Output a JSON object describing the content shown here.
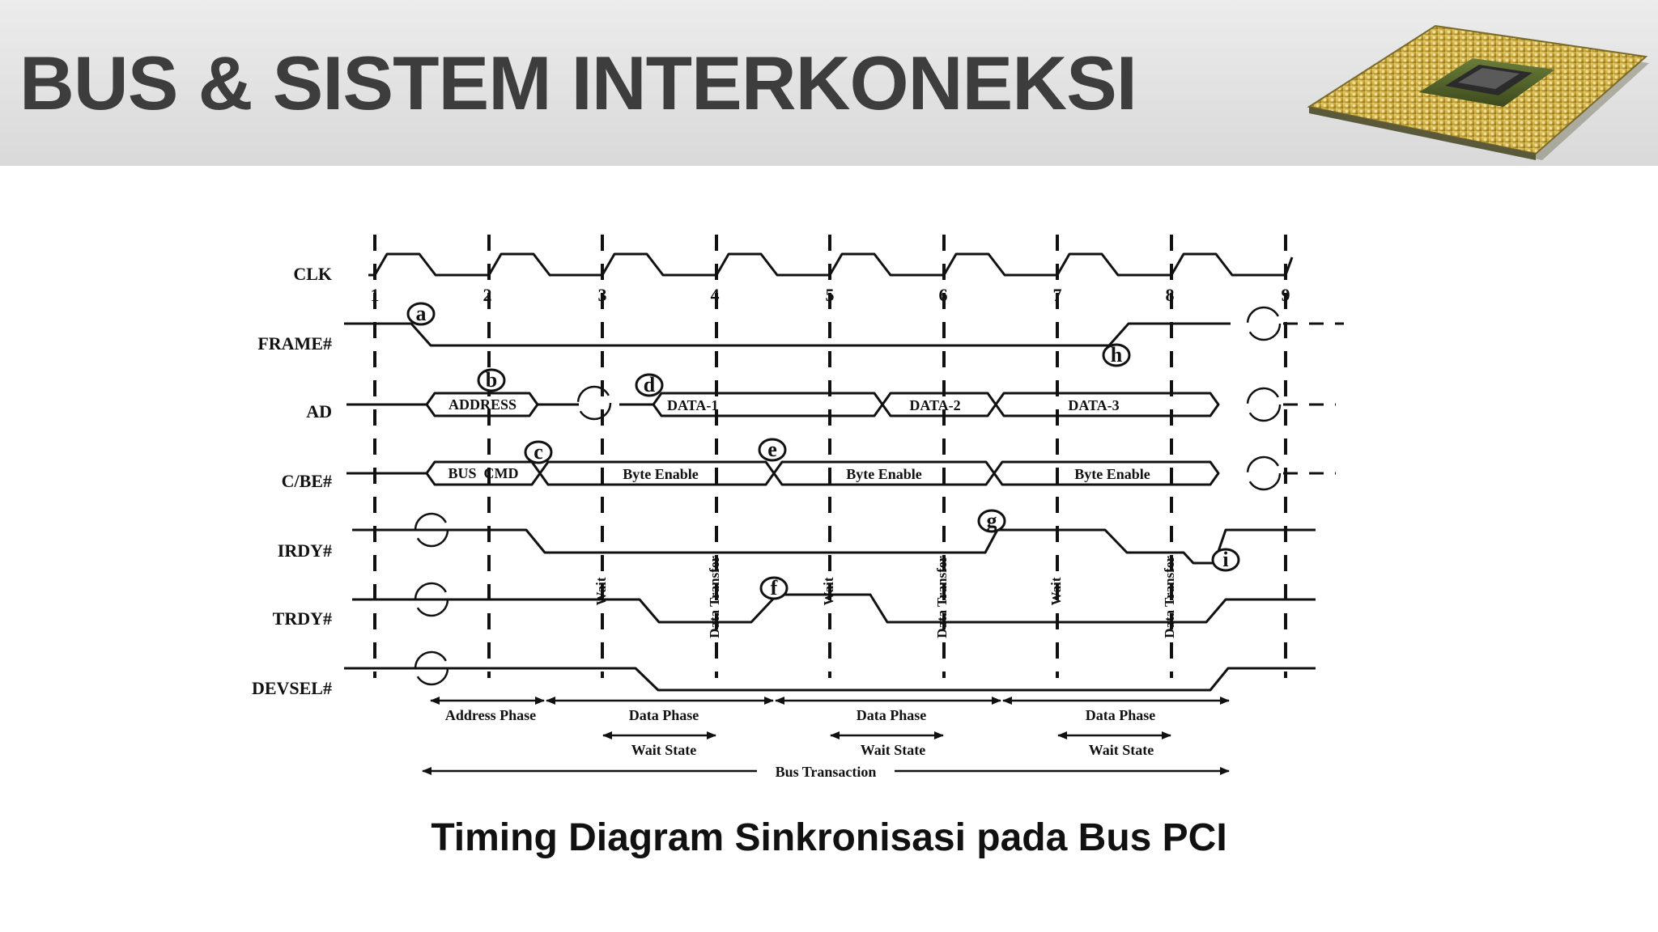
{
  "slide": {
    "title": "BUS & SISTEM INTERKONEKSI",
    "caption": "Timing Diagram Sinkronisasi pada Bus PCI"
  },
  "colors": {
    "header_bg": "#e3e3e3",
    "title_text": "#3d3d3d",
    "ink": "#111111"
  },
  "icons": {
    "header_image": "cpu-chip-icon"
  },
  "diagram": {
    "signals": [
      "CLK",
      "FRAME#",
      "AD",
      "C/BE#",
      "IRDY#",
      "TRDY#",
      "DEVSEL#"
    ],
    "clock_ticks": [
      "1",
      "2",
      "3",
      "4",
      "5",
      "6",
      "7",
      "8",
      "9"
    ],
    "event_markers": [
      "a",
      "b",
      "c",
      "d",
      "e",
      "f",
      "g",
      "h",
      "i"
    ],
    "ad_values": [
      "ADDRESS",
      "DATA-1",
      "DATA-2",
      "DATA-3"
    ],
    "cbe_values": [
      "BUS  CMD",
      "Byte Enable",
      "Byte Enable",
      "Byte Enable"
    ],
    "vertical_notes": [
      "Wait",
      "Data Transfer",
      "Wait",
      "Data Transfer",
      "Wait",
      "Data Transfer"
    ],
    "phases": [
      "Address Phase",
      "Data Phase",
      "Data Phase",
      "Data Phase"
    ],
    "wait_states": [
      "Wait State",
      "Wait State",
      "Wait State"
    ],
    "transaction": "Bus Transaction"
  }
}
